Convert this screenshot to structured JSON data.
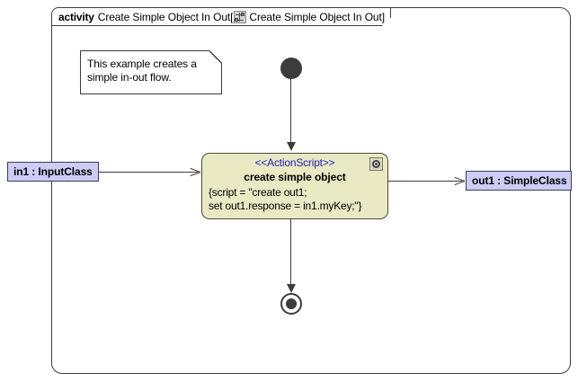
{
  "diagram": {
    "type": "uml-activity-diagram",
    "frame": {
      "keyword": "activity",
      "name": "Create Simple Object In Out",
      "bracket_open": "[",
      "icon": "activity-diagram-icon",
      "qualified_name": "Create Simple Object In Out",
      "bracket_close": "]"
    },
    "note": {
      "line1": "This example creates a",
      "line2": "simple in-out flow."
    },
    "initial_node": {
      "label": "initial-node"
    },
    "final_node": {
      "label": "activity-final-node"
    },
    "action": {
      "stereotype": "<<ActionScript>>",
      "title": "create simple object",
      "script_line1": "{script = \"create out1;",
      "script_line2": "set out1.response = in1.myKey;\"}",
      "badge": "action-script-badge",
      "fill_color": "#e9e9c4",
      "stereotype_color": "#2424b8"
    },
    "pins": {
      "input": "in1 : InputClass",
      "output": "out1 : SimpleClass",
      "fill_color": "#ccccf5"
    },
    "edges": {
      "initial_to_action": "control-flow",
      "action_to_final": "control-flow",
      "input_to_action": "object-flow",
      "action_to_output": "object-flow"
    }
  }
}
